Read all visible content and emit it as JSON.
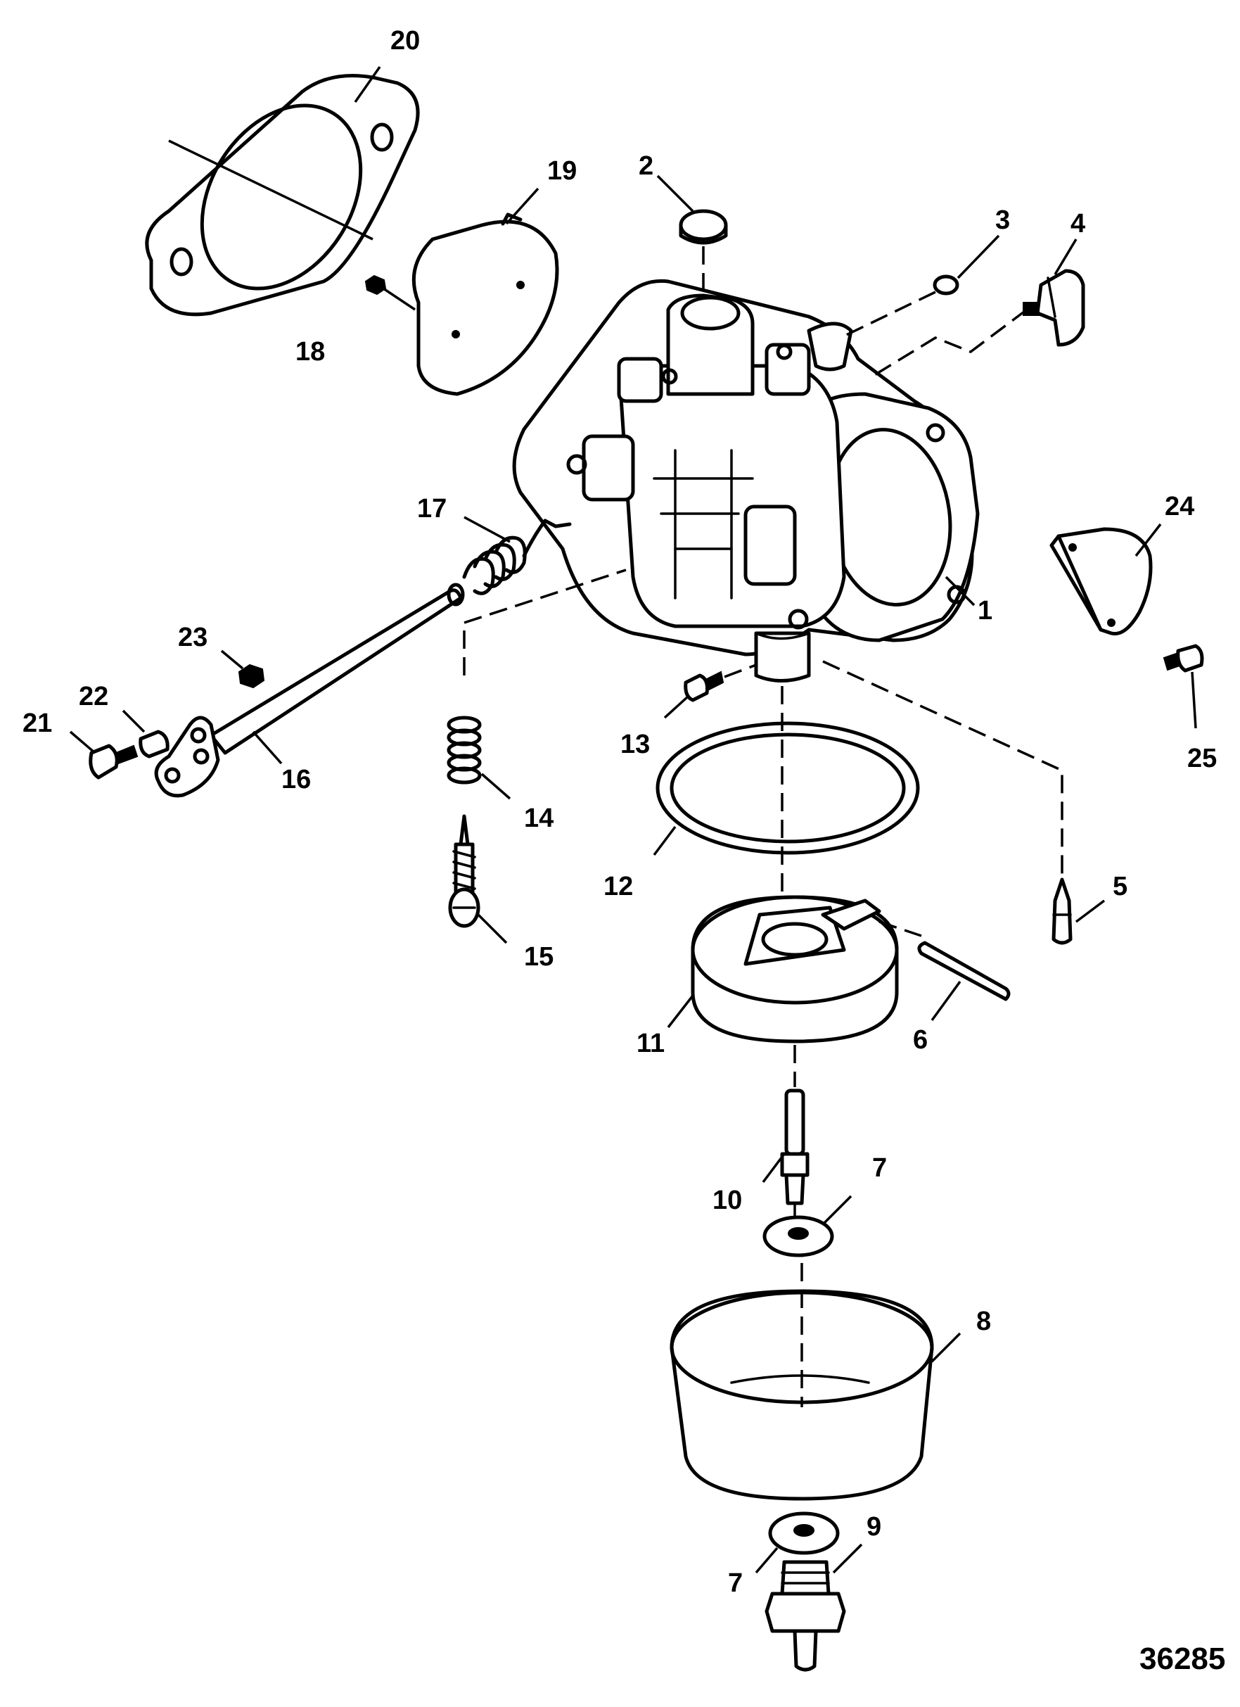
{
  "figure_number": "36285",
  "callouts": {
    "c1": "1",
    "c2": "2",
    "c3": "3",
    "c4": "4",
    "c5": "5",
    "c6": "6",
    "c7a": "7",
    "c7b": "7",
    "c8": "8",
    "c9": "9",
    "c10": "10",
    "c11": "11",
    "c12": "12",
    "c13": "13",
    "c14": "14",
    "c15": "15",
    "c16": "16",
    "c17": "17",
    "c18": "18",
    "c19": "19",
    "c20": "20",
    "c21": "21",
    "c22": "22",
    "c23": "23",
    "c24": "24",
    "c25": "25"
  }
}
